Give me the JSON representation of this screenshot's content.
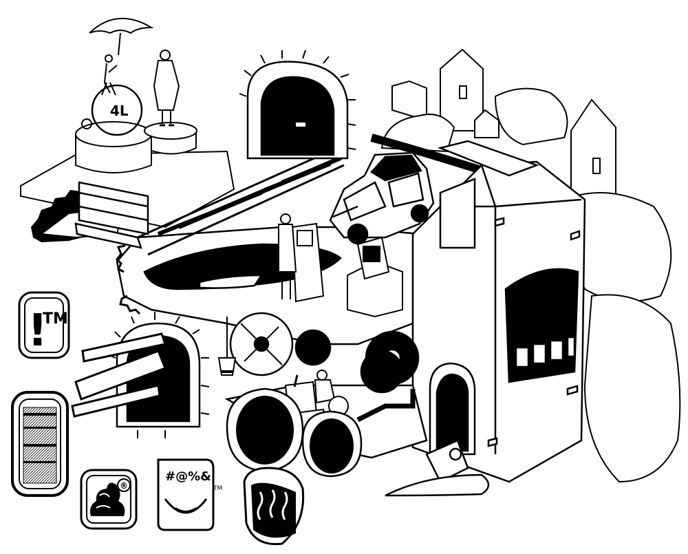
{
  "illustration": {
    "style": "black ink line drawing",
    "colors": {
      "ink": "#000000",
      "paper": "#ffffff"
    }
  },
  "icons": {
    "exclaim_tm": {
      "glyph": "!",
      "mark": "TM"
    },
    "poop_badge": {
      "mark": "®"
    },
    "grawlix": {
      "text": "#@%&",
      "mark": "TM"
    },
    "figure_badge": {
      "text": "4L"
    }
  }
}
